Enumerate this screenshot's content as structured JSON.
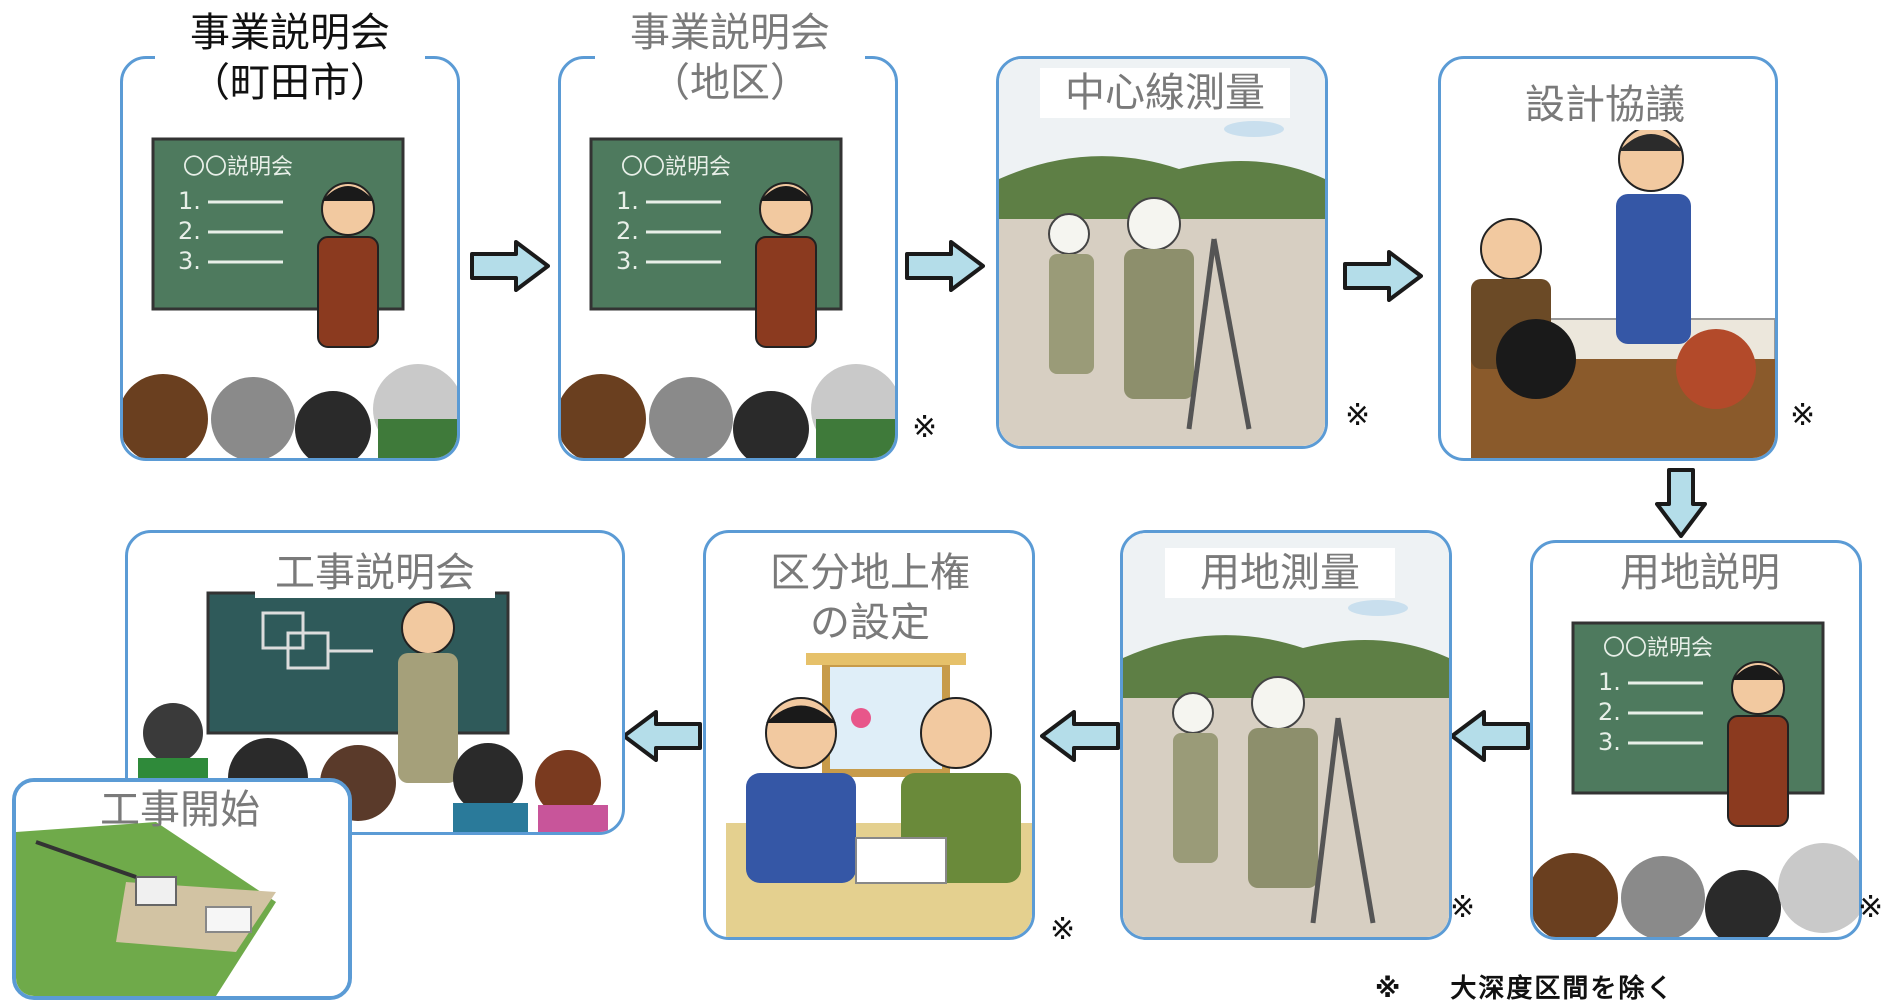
{
  "top_row": [
    {
      "label": "事業説明会\n（町田市）",
      "line1": "事業説明会",
      "line2": "（町田市）",
      "note": ""
    },
    {
      "label": "事業説明会\n（地区）",
      "line1": "事業説明会",
      "line2": "（地区）",
      "note": "※"
    },
    {
      "label": "中心線測量",
      "line1": "中心線測量",
      "note": "※"
    },
    {
      "label": "設計協議",
      "line1": "設計協議",
      "note": "※"
    }
  ],
  "bottom_row": [
    {
      "line1": "工事説明会",
      "note": ""
    },
    {
      "line1": "区分地上権",
      "line2": "の設定",
      "note": "※"
    },
    {
      "line1": "用地測量",
      "note": "※"
    },
    {
      "line1": "用地説明",
      "note": "※"
    }
  ],
  "start": {
    "label": "工事開始"
  },
  "board": {
    "title": "〇〇説明会",
    "items": [
      "1.",
      "2.",
      "3."
    ]
  },
  "footnote": {
    "mark": "※",
    "text": "大深度区間を除く"
  },
  "colors": {
    "frame": "#5b9bd5",
    "arrow_fill": "#b4dde9",
    "arrow_stroke": "#1a1a1a",
    "board": "#4e7a5e"
  }
}
